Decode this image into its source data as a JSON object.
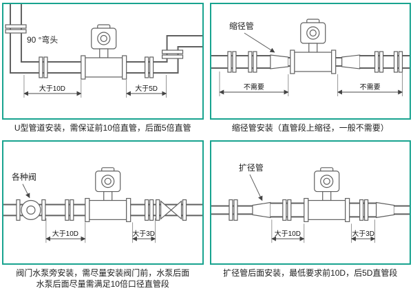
{
  "page": {
    "accent_color": "#18a38f",
    "background": "#ffffff"
  },
  "panels": {
    "u_type": {
      "label": "90 °弯头",
      "dim_left": "大于10D",
      "dim_right": "大于5D",
      "caption": "U型管道安装，需保证前10倍直管，后面5倍直管"
    },
    "reducer": {
      "label": "缩径管",
      "dim_left": "不需要",
      "dim_right": "不需要",
      "caption": "缩径管安装（直管段上缩径，一般不需要）"
    },
    "valve": {
      "label": "各种阀",
      "dim_left": "大于10D",
      "dim_right": "大于3D",
      "caption_line1": "阀门水泵旁安装，需尽量安装阀门前，水泵后面",
      "caption_line2": "水泵后面尽量需满足10倍口径直管段"
    },
    "expander": {
      "label": "扩径管",
      "dim_left": "大于10D",
      "dim_right": "大于3D",
      "caption": "扩径管后面安装，最低要求前10D，后5D直管段"
    }
  }
}
